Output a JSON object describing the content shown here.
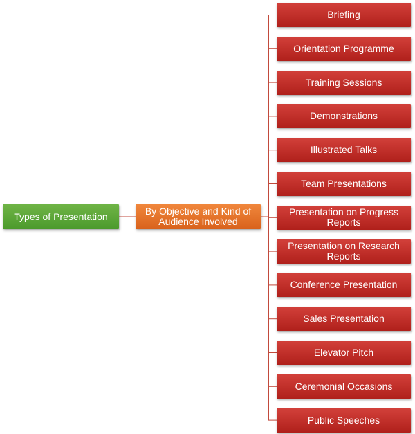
{
  "colors": {
    "root_top": "#6fb446",
    "root_bottom": "#4c9a2c",
    "mid_top": "#f0873c",
    "mid_bottom": "#d9621c",
    "leaf_top": "#d2403a",
    "leaf_bottom": "#b0201b",
    "connector": "#c24a3c"
  },
  "root": {
    "label": "Types of Presentation"
  },
  "category": {
    "label": "By Objective and Kind of Audience Involved"
  },
  "leaves": [
    {
      "label": "Briefing"
    },
    {
      "label": "Orientation Programme"
    },
    {
      "label": "Training Sessions"
    },
    {
      "label": "Demonstrations"
    },
    {
      "label": "Illustrated Talks"
    },
    {
      "label": "Team Presentations"
    },
    {
      "label": "Presentation on Progress Reports"
    },
    {
      "label": "Presentation on Research Reports"
    },
    {
      "label": "Conference Presentation"
    },
    {
      "label": "Sales Presentation"
    },
    {
      "label": "Elevator Pitch"
    },
    {
      "label": "Ceremonial Occasions"
    },
    {
      "label": "Public Speeches"
    }
  ]
}
